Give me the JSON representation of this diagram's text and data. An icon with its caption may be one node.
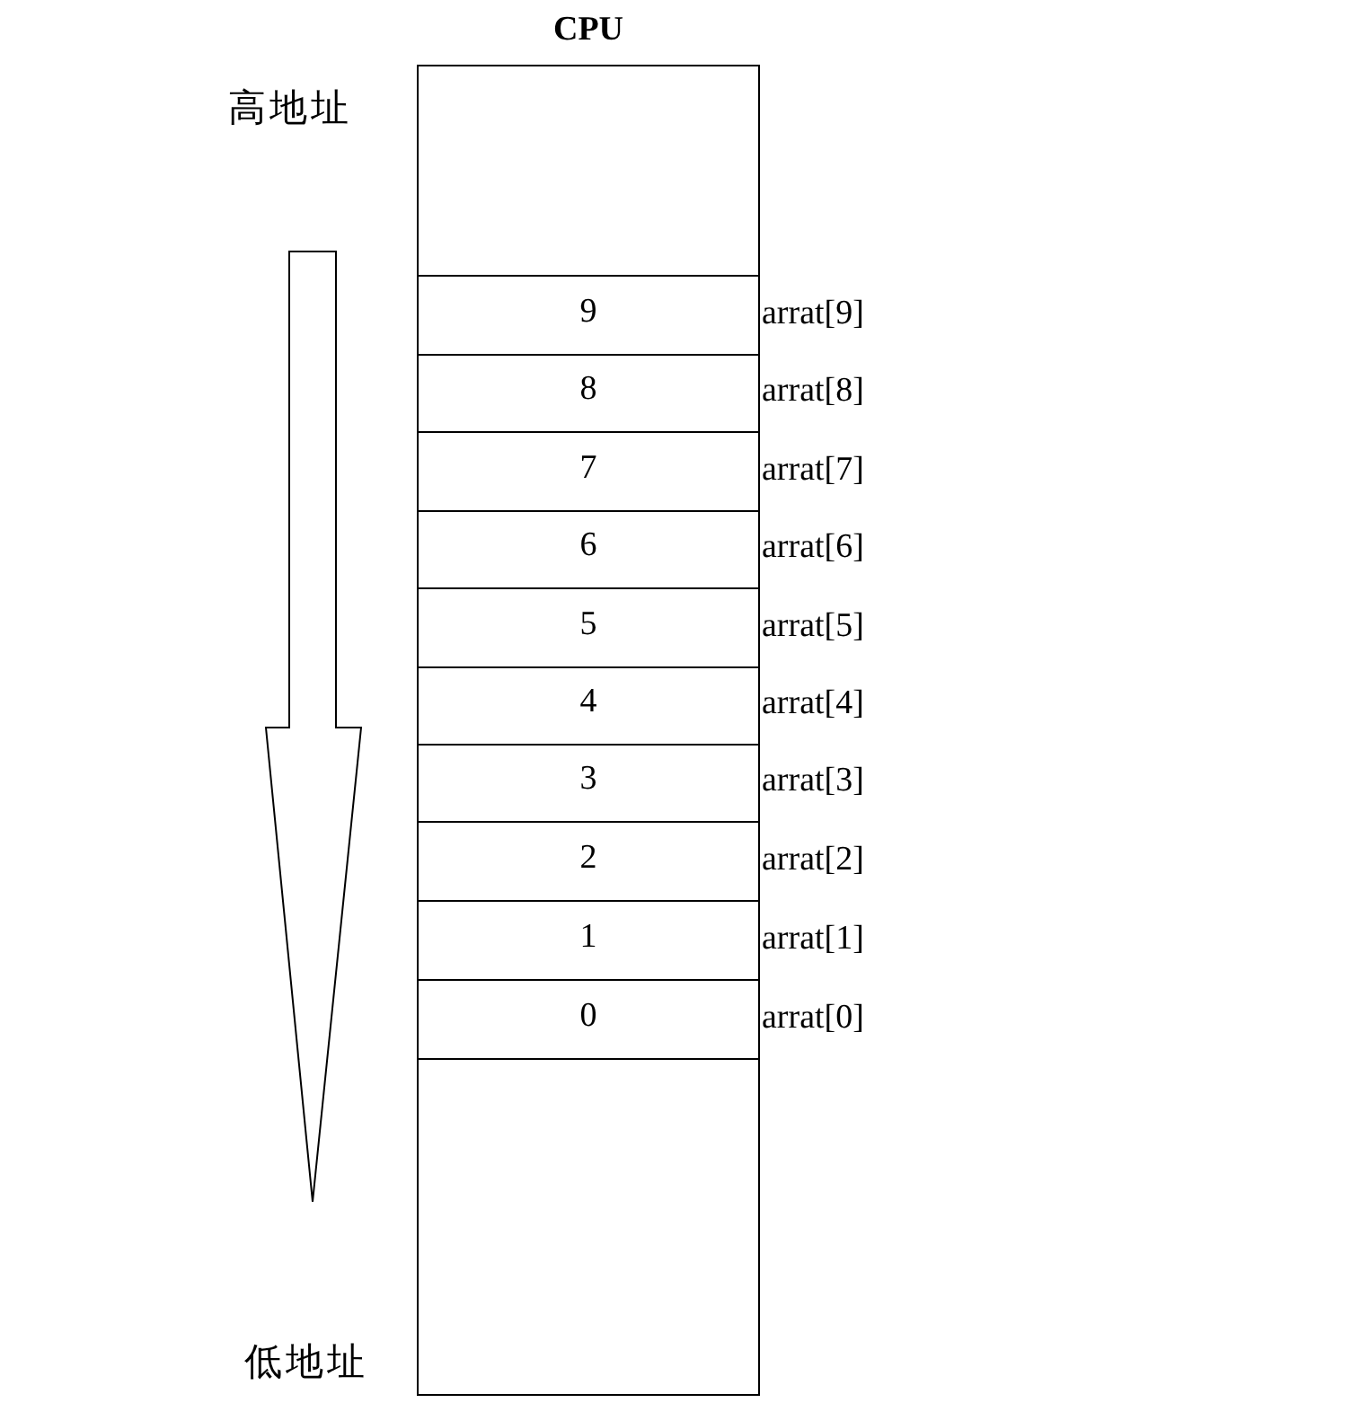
{
  "diagram": {
    "nodes": [
      {
        "text": [
          "CPU"
        ]
      },
      {
        "text": [
          "9"
        ],
        "in": 0,
        "beside": [
          "arrat[9]"
        ]
      },
      {
        "text": [
          "8"
        ],
        "in": 0,
        "beside": [
          "arrat[8]"
        ]
      },
      {
        "text": [
          "7"
        ],
        "in": 0,
        "beside": [
          "arrat[7]"
        ]
      },
      {
        "text": [
          "6"
        ],
        "in": 0,
        "beside": [
          "arrat[6]"
        ]
      },
      {
        "text": [
          "5"
        ],
        "in": 0,
        "beside": [
          "arrat[5]"
        ]
      },
      {
        "text": [
          "4"
        ],
        "in": 0,
        "beside": [
          "arrat[4]"
        ]
      },
      {
        "text": [
          "3"
        ],
        "in": 0,
        "beside": [
          "arrat[3]"
        ]
      },
      {
        "text": [
          "2"
        ],
        "in": 0,
        "beside": [
          "arrat[2]"
        ]
      },
      {
        "text": [
          "1"
        ],
        "in": 0,
        "beside": [
          "arrat[1]"
        ]
      },
      {
        "text": [
          "0"
        ],
        "in": 0,
        "beside": [
          "arrat[0]"
        ]
      }
    ],
    "labels": [
      "高地址",
      "低地址"
    ]
  }
}
